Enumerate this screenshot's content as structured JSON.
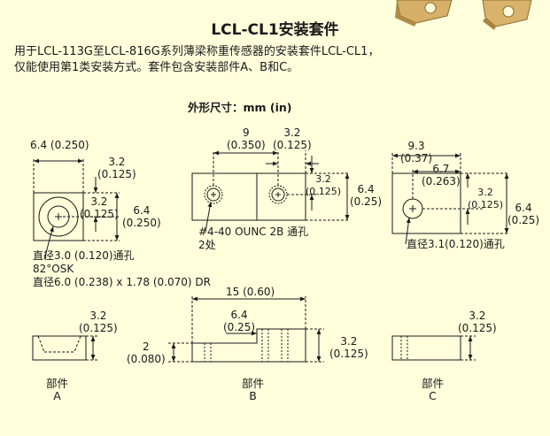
{
  "title": "LCL-CL1安装套件",
  "intro": {
    "line1": "用于LCL-113G至LCL-816G系列薄梁称重传感器的安装套件LCL-CL1，",
    "line2": "仅能使用第1类安装方式。套件包含安装部件A、B和C。"
  },
  "units_heading": "外形尺寸：mm (in)",
  "view1": {
    "width": "6.4 (0.250)",
    "inner_mm": "3.2",
    "inner_in": "(0.125)",
    "hole_mm": "3.2",
    "hole_in": "(0.125)",
    "height_mm": "6.4",
    "height_in": "(0.250)",
    "note1": "直径3.0 (0.120)通孔",
    "note2": "82°OSK",
    "note3": "直径6.0 (0.238) x 1.78 (0.070) DR"
  },
  "view2": {
    "pitch_mm": "9",
    "pitch_in": "(0.350)",
    "top_mm": "3.2",
    "top_in": "(0.125)",
    "side_mm": "3.2",
    "side_in": "(0.125)",
    "height_mm": "6.4",
    "height_in": "(0.25)",
    "note1": "#4-40 OUNC 2B 通孔",
    "note2": "2处"
  },
  "view3": {
    "width_mm": "9.3",
    "width_in": "(0.37)",
    "offset_mm": "6.7",
    "offset_in": "(0.263)",
    "side_mm": "3.2",
    "side_in": "(0.125)",
    "height_mm": "6.4",
    "height_in": "(0.25)",
    "note1": "直径3.1(0.120)通孔"
  },
  "part_a": {
    "thk_mm": "3.2",
    "thk_in": "(0.125)",
    "label1": "部件",
    "label2": "A"
  },
  "part_b": {
    "len_mm": "15 (0.60)",
    "step_mm": "6.4",
    "step_in": "(0.25)",
    "left_mm": "2",
    "left_in": "(0.080)",
    "right_mm": "3.2",
    "right_in": "(0.125)",
    "label1": "部件",
    "label2": "B"
  },
  "part_c": {
    "thk_mm": "3.2",
    "thk_in": "(0.125)",
    "label1": "部件",
    "label2": "C"
  },
  "colors": {
    "background": "#ffffdc",
    "line": "#1a1a1a",
    "tab_gold": "#d9b36b"
  }
}
